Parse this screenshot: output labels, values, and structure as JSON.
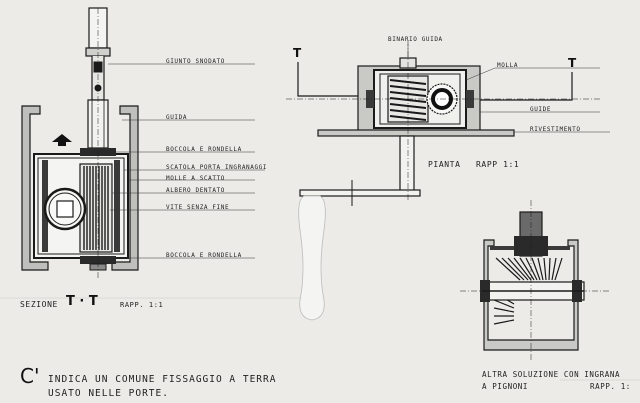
{
  "labels": {
    "giunto": "GIUNTO SNODATO",
    "guida_left": "GUIDA",
    "boccola_top": "BOCCOLA E RONDELLA",
    "scatola": "SCATOLA PORTA INGRANAGGI",
    "molle": "MOLLE A SCATTO",
    "albero": "ALBERO DENTATO",
    "vite": "VITE SENZA FINE",
    "boccola_bottom": "BOCCOLA E RONDELLA",
    "binario": "BINARIO GUIDA",
    "molla": "MOLLA",
    "guide_right": "GUIDE",
    "rivestimento": "RIVESTIMENTO",
    "t_left": "T",
    "t_right": "T",
    "pianta": "PIANTA",
    "pianta_scale": "RAPP 1:1",
    "sezione": "SEZIONE",
    "sezione_tt": "T · T",
    "sezione_scale": "RAPP. 1:1",
    "caption_letter": "C'",
    "caption_line1": "INDICA UN COMUNE FISSAGGIO A TERRA",
    "caption_line2": "USATO NELLE PORTE.",
    "alt_line1": "ALTRA SOLUZIONE CON INGRANA",
    "alt_line2": "A PIGNONI",
    "alt_scale": "RAPP. 1:"
  },
  "colors": {
    "paper": "#ecebe8",
    "ink": "#1a1a1a",
    "fill_dark": "#3a3a3a",
    "fill_mid": "#8a8a8a",
    "fill_light": "#c9c9c6"
  }
}
